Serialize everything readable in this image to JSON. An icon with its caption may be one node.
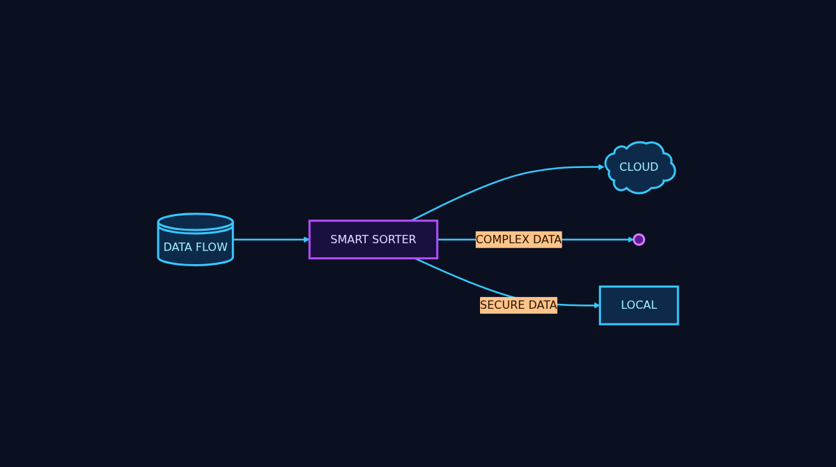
{
  "diagram": {
    "nodes": [
      {
        "text": [
          "DATA FLOW"
        ]
      },
      {
        "text": [
          "SMART SORTER"
        ]
      },
      {
        "text": [
          "CLOUD"
        ]
      },
      {
        "text": [],
        "shape": "circle"
      },
      {
        "text": [
          "LOCAL"
        ]
      }
    ],
    "edges": [
      {
        "from": 0,
        "to": 1,
        "arrow": "to"
      },
      {
        "from": 1,
        "to": 2,
        "arrow": "to"
      },
      {
        "from": 1,
        "to": 3,
        "label": "COMPLEX DATA",
        "arrow": "to"
      },
      {
        "from": 1,
        "to": 4,
        "label": "SECURE DATA",
        "arrow": "to"
      }
    ]
  }
}
